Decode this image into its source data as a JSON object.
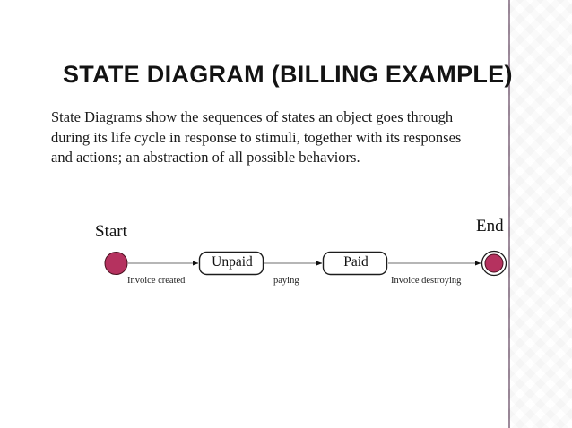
{
  "slide": {
    "title": "STATE DIAGRAM (BILLING EXAMPLE)",
    "body": "State Diagrams show the sequences of states an object goes through during its life cycle in response to stimuli, together with its responses and actions; an abstraction of all possible behaviors.",
    "background_color": "#ffffff"
  },
  "decor": {
    "sidebar_gradient_top": "#550a44",
    "sidebar_gradient_bottom": "#b75ba8"
  },
  "diagram": {
    "type": "uml-state-diagram",
    "start_label": "Start",
    "end_label": "End",
    "node_fill_color": "#b5325f",
    "node_stroke_color": "#1a1a1a",
    "edge_line_color": "#808080",
    "states": [
      {
        "id": "unpaid",
        "label": "Unpaid"
      },
      {
        "id": "paid",
        "label": "Paid"
      }
    ],
    "transitions": [
      {
        "from": "start",
        "to": "unpaid",
        "label": "Invoice  created"
      },
      {
        "from": "unpaid",
        "to": "paid",
        "label": "paying"
      },
      {
        "from": "paid",
        "to": "end",
        "label": "Invoice destroying"
      }
    ]
  }
}
